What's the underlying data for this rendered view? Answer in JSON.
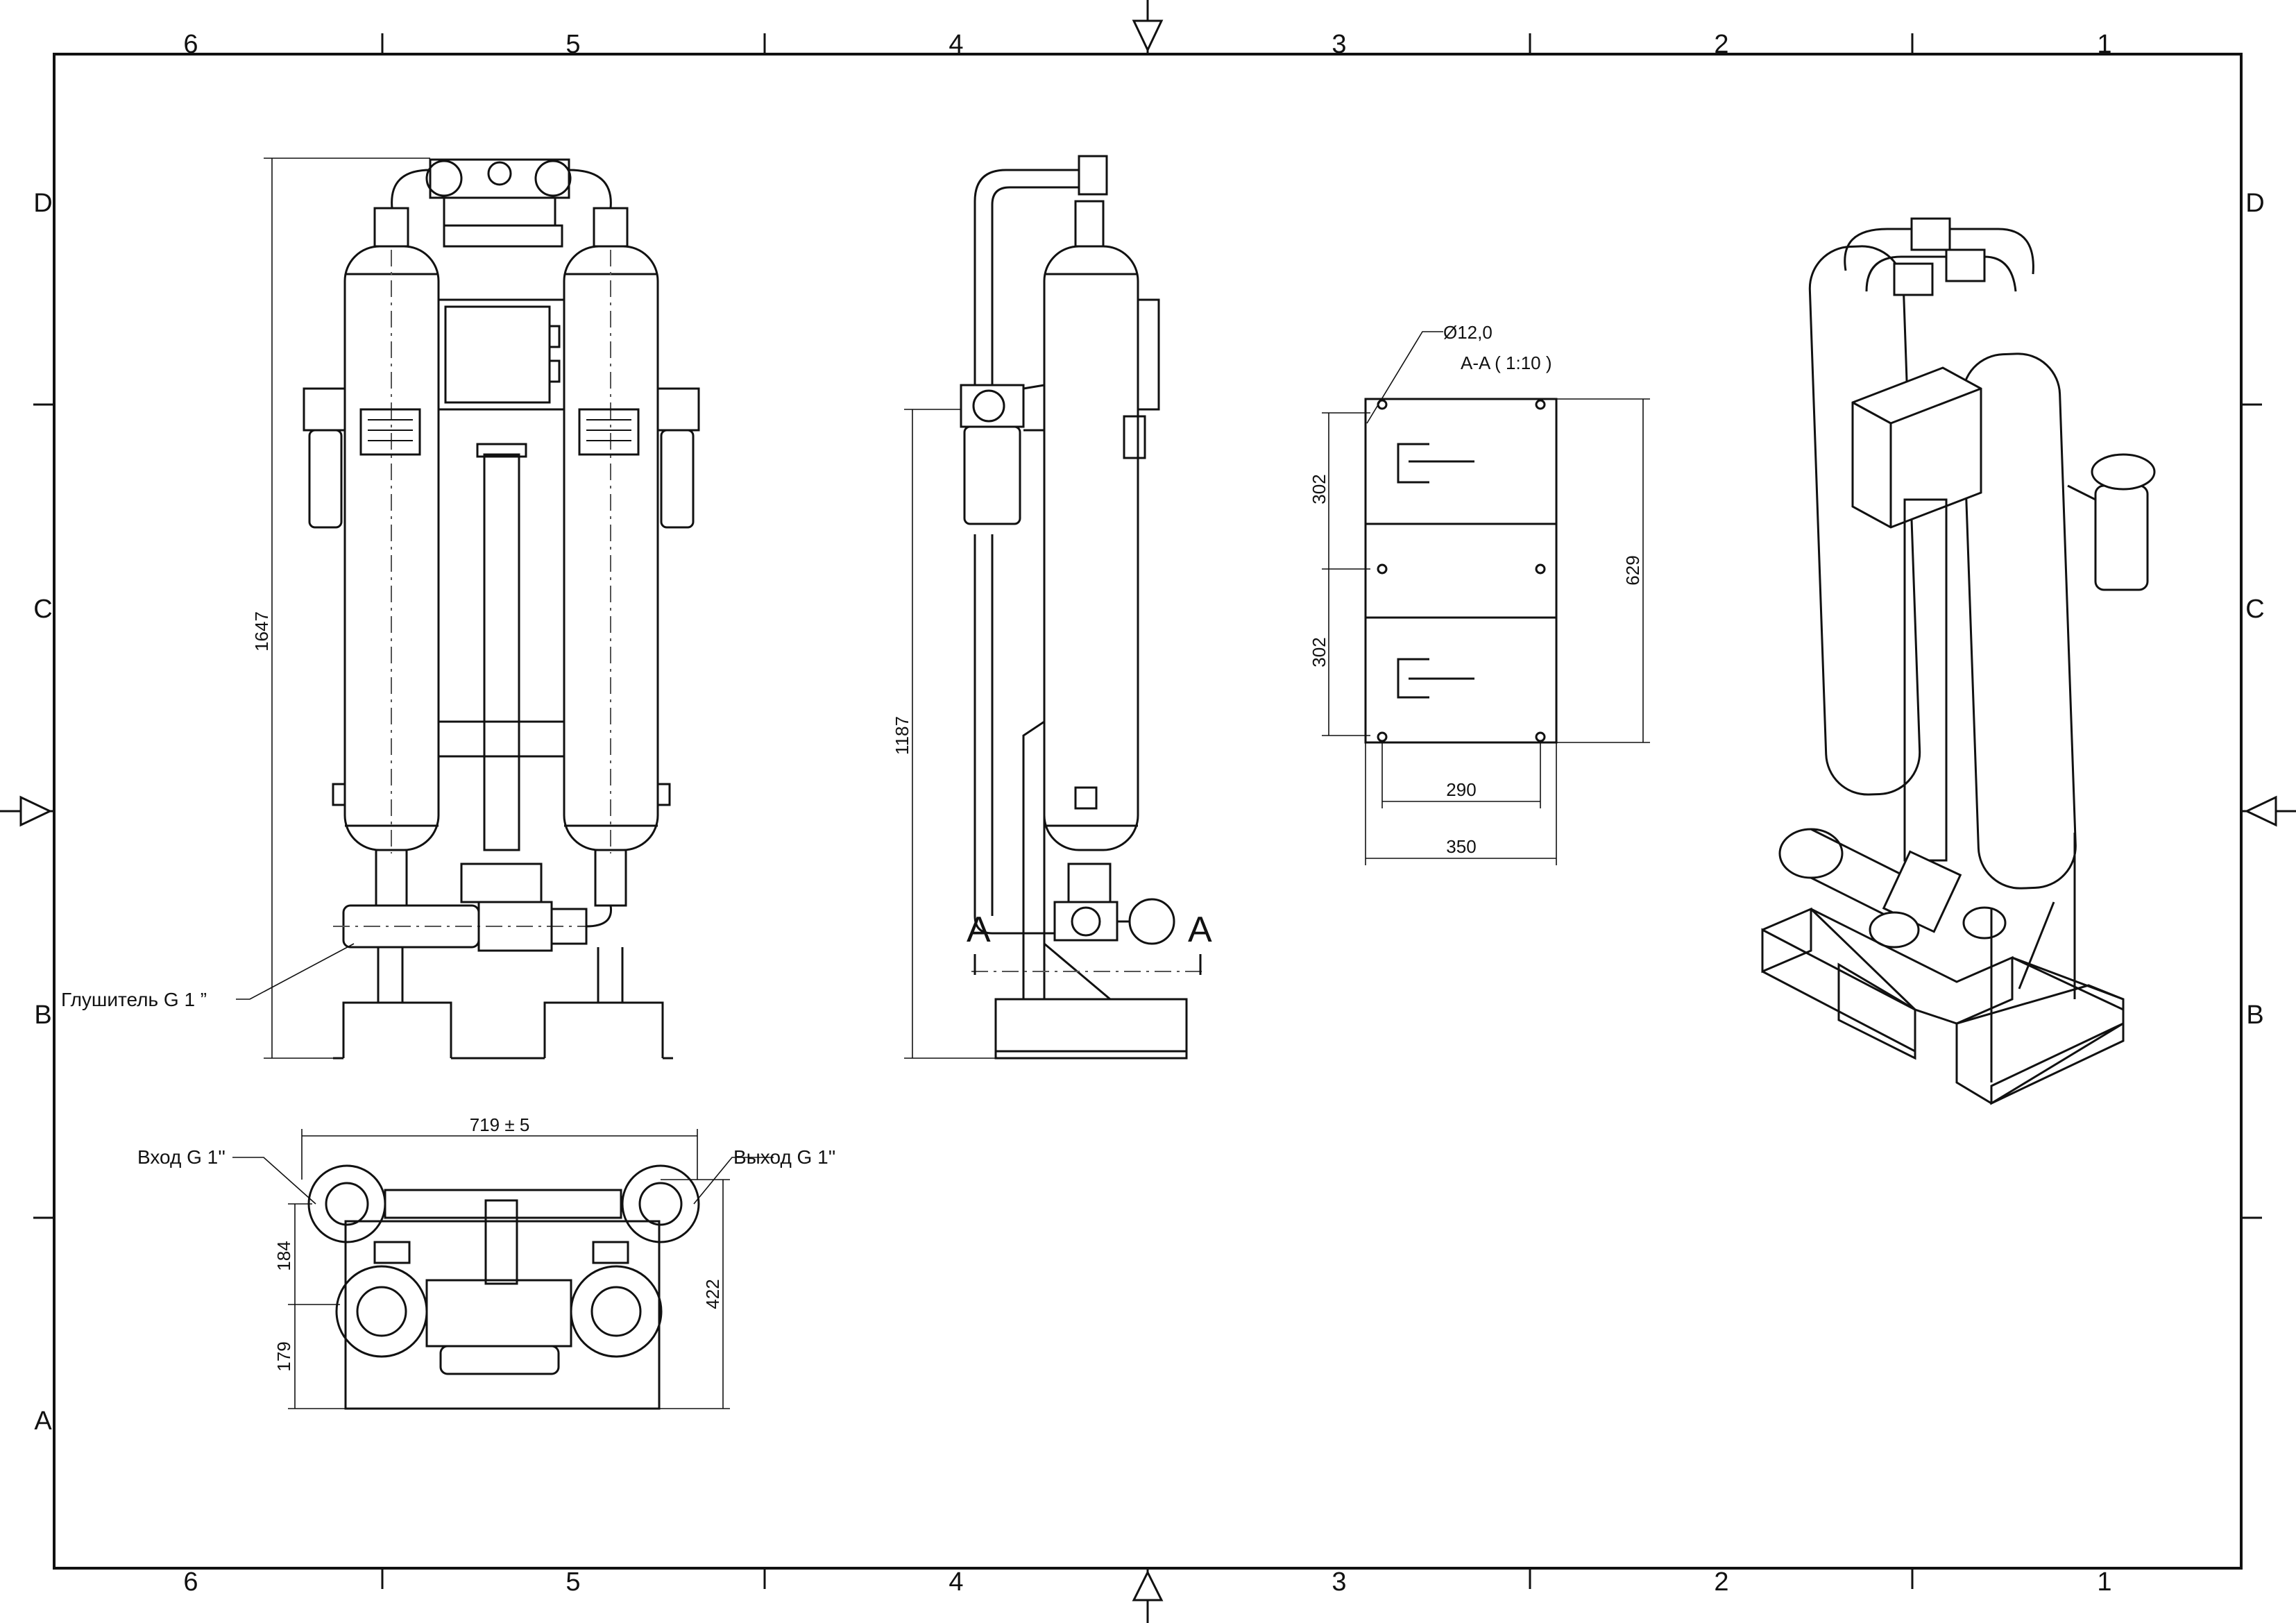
{
  "border": {
    "columns": [
      "6",
      "5",
      "4",
      "3",
      "2",
      "1"
    ],
    "rows": [
      "D",
      "C",
      "B",
      "A"
    ]
  },
  "front_view": {
    "height_dim": "1647",
    "muffler_label": "Глушитель G 1 ”"
  },
  "side_view": {
    "height_dim": "1187",
    "section_mark_left": "A",
    "section_mark_right": "A"
  },
  "section_view": {
    "hole_label": "Ø12,0",
    "title": "A-A ( 1:10 )",
    "dim_top": "302",
    "dim_bottom": "302",
    "dim_height": "629",
    "dim_inner_width": "290",
    "dim_outer_width": "350"
  },
  "top_view": {
    "width_dim": "719 ± 5",
    "inlet_label": "Вход G 1''",
    "outlet_label": "Выход G 1''",
    "dim_upper": "184",
    "dim_lower": "179",
    "dim_total": "422"
  },
  "colors": {
    "line": "#111111",
    "background": "#ffffff"
  }
}
